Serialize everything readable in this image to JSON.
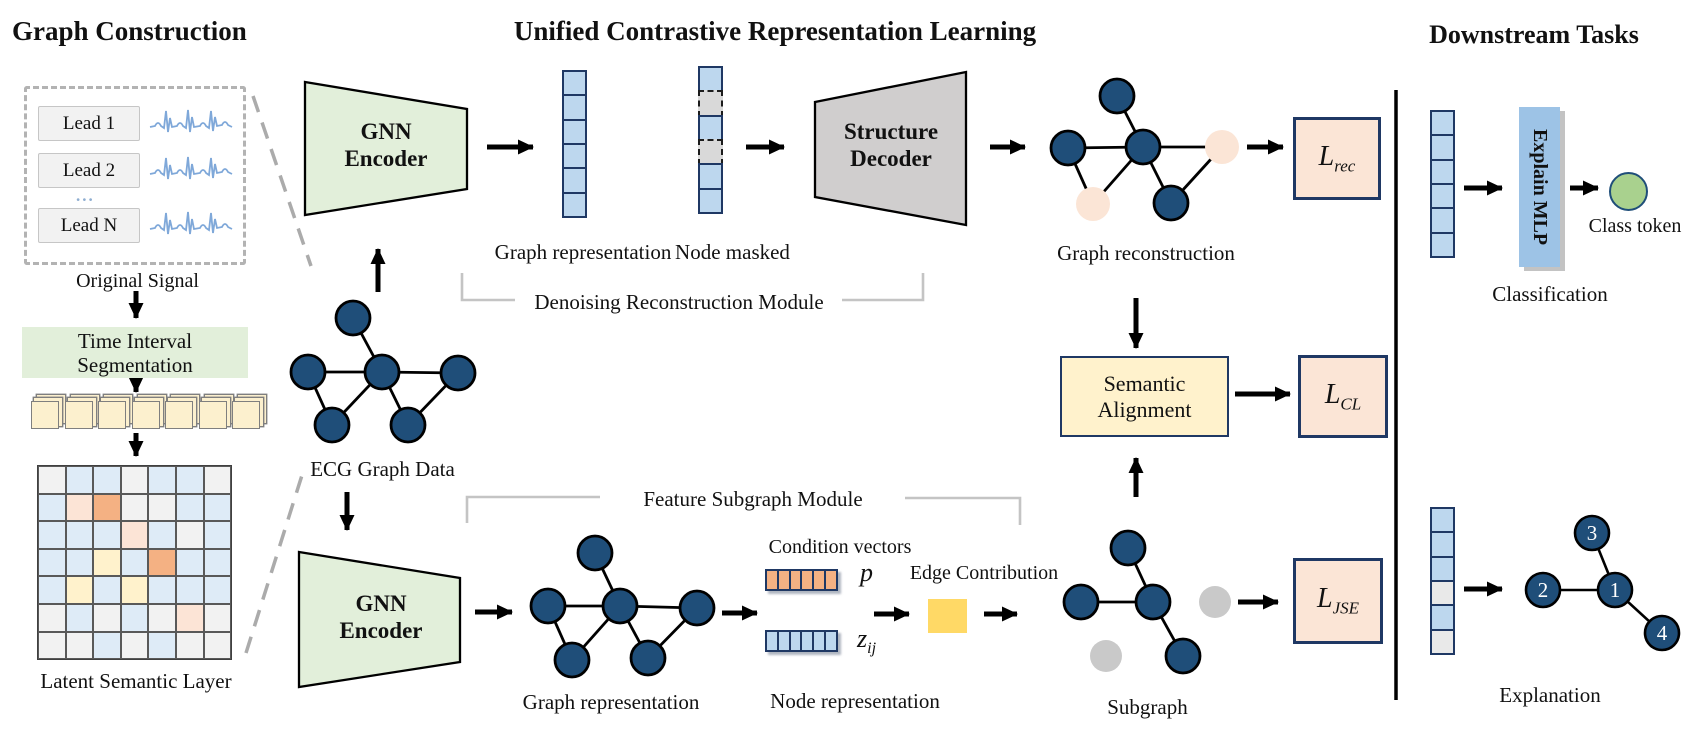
{
  "left": {
    "title": "Graph Construction",
    "leads": [
      {
        "label": "Lead 1"
      },
      {
        "label": "Lead 2"
      },
      {
        "label": "Lead N"
      }
    ],
    "ellipsis": "...",
    "original_signal": "Original Signal",
    "segmentation_line1": "Time Interval",
    "segmentation_line2": "Segmentation",
    "latent_label": "Latent Semantic Layer",
    "segment_count": 7,
    "grid": {
      "rows": 7,
      "cols": 7,
      "cells": [
        [
          "g",
          "b",
          "b",
          "g",
          "b",
          "b",
          "g"
        ],
        [
          "b",
          "p",
          "o",
          "g",
          "g",
          "b",
          "b"
        ],
        [
          "b",
          "b",
          "b",
          "p",
          "b",
          "g",
          "b"
        ],
        [
          "b",
          "b",
          "y",
          "b",
          "o",
          "b",
          "b"
        ],
        [
          "b",
          "y",
          "b",
          "y",
          "b",
          "b",
          "b"
        ],
        [
          "g",
          "b",
          "g",
          "b",
          "g",
          "p",
          "g"
        ],
        [
          "g",
          "g",
          "b",
          "g",
          "b",
          "g",
          "g"
        ]
      ]
    }
  },
  "center": {
    "title": "Unified Contrastive Representation Learning",
    "gnn_encoder_line1": "GNN",
    "gnn_encoder_line2": "Encoder",
    "structure_decoder_line1": "Structure",
    "structure_decoder_line2": "Decoder",
    "graph_representation_label": "Graph representation",
    "node_masked_label": "Node masked",
    "graph_reconstruction_label": "Graph reconstruction",
    "denoising_module_label": "Denoising Reconstruction Module",
    "ecg_graph_label": "ECG Graph Data",
    "feature_module_label": "Feature Subgraph Module",
    "graph_representation_bottom_label": "Graph representation",
    "condition_vectors_label": "Condition vectors",
    "p_symbol": "p",
    "z_symbol": "z",
    "z_subscript": "ij",
    "edge_contribution_label": "Edge Contribution",
    "node_representation_label": "Node representation",
    "subgraph_label": "Subgraph",
    "semantic_alignment_line1": "Semantic",
    "semantic_alignment_line2": "Alignment",
    "loss_rec": {
      "base": "L",
      "sub": "rec"
    },
    "loss_cl": {
      "base": "L",
      "sub": "CL"
    },
    "loss_jse": {
      "base": "L",
      "sub": "JSE"
    }
  },
  "right": {
    "title": "Downstream Tasks",
    "explain_mlp_label": "Explain MLP",
    "class_token_label": "Class token",
    "classification_label": "Classification",
    "explanation_label": "Explanation",
    "explanation_nodes": [
      "3",
      "2",
      "1",
      "4"
    ]
  },
  "vectors": {
    "graph_representation_top": [
      "blue",
      "blue",
      "blue",
      "blue",
      "blue",
      "blue"
    ],
    "node_masked": [
      "blue",
      "masked",
      "blue",
      "masked",
      "blue",
      "blue"
    ],
    "condition_p": [
      "orange",
      "orange",
      "orange",
      "orange",
      "orange",
      "orange"
    ],
    "node_z": [
      "lightblue",
      "lightblue",
      "lightblue",
      "lightblue",
      "lightblue",
      "lightblue"
    ],
    "classification": [
      "blue",
      "blue",
      "blue",
      "blue",
      "blue",
      "blue"
    ],
    "explanation": [
      "blue",
      "blue",
      "blue",
      "grayc",
      "blue",
      "grayc"
    ]
  },
  "colors": {
    "node_blue": "#1F4E79",
    "node_peach": "#FBE5D6",
    "node_gray": "#C9C9C9",
    "encoder_green": "#E2EFDA",
    "decoder_gray": "#D0CECE",
    "loss_box": "#FBE5D6",
    "loss_border": "#1F3864",
    "semantic_yellow": "#FFF2CC",
    "vector_blue": "#BDD7EE",
    "vector_orange": "#F4B183",
    "edge_contribution_yellow": "#FFD966",
    "explain_mlp_blue": "#9DC3E6",
    "class_token_green": "#A9D18E",
    "segment_cream": "#FCF0CE",
    "grid_blue": "#DEEBF7",
    "grid_gray": "#F2F2F2",
    "grid_orange": "#F4B183",
    "grid_peach": "#FCE4D6",
    "grid_yellow": "#FFF2CC",
    "waveform_blue": "#7FA8D9"
  }
}
